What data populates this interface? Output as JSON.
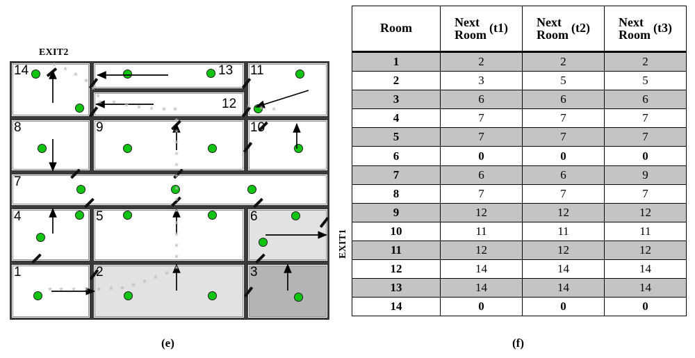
{
  "figure": {
    "panel_e_caption": "(e)",
    "panel_f_caption": "(f)"
  },
  "floorplan": {
    "exit1_label": "EXIT1",
    "exit2_label": "EXIT2",
    "room_numbers": [
      "1",
      "2",
      "3",
      "4",
      "5",
      "6",
      "7",
      "8",
      "9",
      "10",
      "11",
      "12",
      "13",
      "14"
    ],
    "rooms": [
      {
        "id": "14",
        "label": "14",
        "shade": "none"
      },
      {
        "id": "13",
        "label": "13",
        "shade": "none"
      },
      {
        "id": "11",
        "label": "11",
        "shade": "none"
      },
      {
        "id": "12",
        "label": "12",
        "shade": "none"
      },
      {
        "id": "8",
        "label": "8",
        "shade": "none"
      },
      {
        "id": "9",
        "label": "9",
        "shade": "none"
      },
      {
        "id": "10",
        "label": "10",
        "shade": "none"
      },
      {
        "id": "7",
        "label": "7",
        "shade": "none"
      },
      {
        "id": "4",
        "label": "4",
        "shade": "none"
      },
      {
        "id": "5",
        "label": "5",
        "shade": "none"
      },
      {
        "id": "6",
        "label": "6",
        "shade": "light"
      },
      {
        "id": "1",
        "label": "1",
        "shade": "none"
      },
      {
        "id": "2",
        "label": "2",
        "shade": "light"
      },
      {
        "id": "3",
        "label": "3",
        "shade": "mid"
      }
    ],
    "legend_colors": {
      "occupant_dot": "#12c412",
      "wall": "#3a3a3a",
      "shade_light": "#e2e2e2",
      "shade_mid": "#b4b4b4",
      "path_marker": "#b9b9b9",
      "arrow": "#000000"
    },
    "occupant_dot_count": 22,
    "path_marker_glyph": "*"
  },
  "table": {
    "headers": [
      {
        "main": "Room",
        "sub": "",
        "paren": ""
      },
      {
        "main": "Next",
        "sub": "Room",
        "paren": "(t1)"
      },
      {
        "main": "Next",
        "sub": "Room",
        "paren": "(t2)"
      },
      {
        "main": "Next",
        "sub": "Room",
        "paren": "(t3)"
      }
    ],
    "rows": [
      {
        "room": "1",
        "t1": "2",
        "t2": "2",
        "t3": "2"
      },
      {
        "room": "2",
        "t1": "3",
        "t2": "5",
        "t3": "5"
      },
      {
        "room": "3",
        "t1": "6",
        "t2": "6",
        "t3": "6"
      },
      {
        "room": "4",
        "t1": "7",
        "t2": "7",
        "t3": "7"
      },
      {
        "room": "5",
        "t1": "7",
        "t2": "7",
        "t3": "7"
      },
      {
        "room": "6",
        "t1": "0",
        "t2": "0",
        "t3": "0"
      },
      {
        "room": "7",
        "t1": "6",
        "t2": "6",
        "t3": "9"
      },
      {
        "room": "8",
        "t1": "7",
        "t2": "7",
        "t3": "7"
      },
      {
        "room": "9",
        "t1": "12",
        "t2": "12",
        "t3": "12"
      },
      {
        "room": "10",
        "t1": "11",
        "t2": "11",
        "t3": "11"
      },
      {
        "room": "11",
        "t1": "12",
        "t2": "12",
        "t3": "12"
      },
      {
        "room": "12",
        "t1": "14",
        "t2": "14",
        "t3": "14"
      },
      {
        "room": "13",
        "t1": "14",
        "t2": "14",
        "t3": "14"
      },
      {
        "room": "14",
        "t1": "0",
        "t2": "0",
        "t3": "0"
      }
    ]
  }
}
